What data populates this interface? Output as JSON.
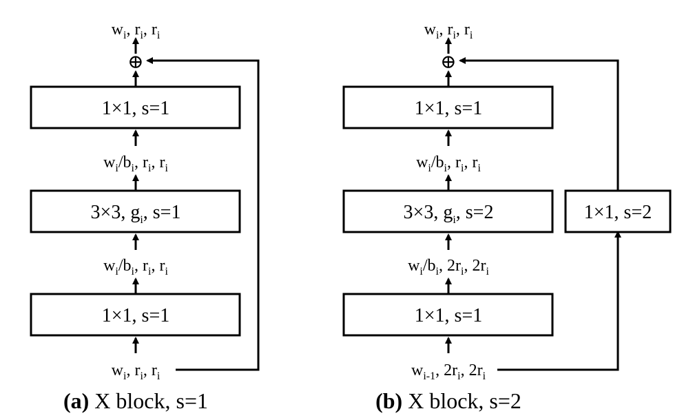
{
  "panel_a": {
    "labels": {
      "top": {
        "w": "w",
        "w_sub": "i",
        "r1": "r",
        "r1_sub": "i",
        "r2": "r",
        "r2_sub": "i"
      },
      "mid_upper": {
        "w": "w",
        "w_sub": "i",
        "slash": "/",
        "b": "b",
        "b_sub": "i",
        "r1": "r",
        "r1_sub": "i",
        "r2": "r",
        "r2_sub": "i"
      },
      "mid_lower": {
        "w": "w",
        "w_sub": "i",
        "slash": "/",
        "b": "b",
        "b_sub": "i",
        "r1": "r",
        "r1_sub": "i",
        "r2": "r",
        "r2_sub": "i"
      },
      "bottom": {
        "w": "w",
        "w_sub": "i",
        "r1": "r",
        "r1_sub": "i",
        "r2": "r",
        "r2_sub": "i"
      }
    },
    "boxes": {
      "top": "1×1, s=1",
      "middle_pre": "3×3, g",
      "middle_sub": "i",
      "middle_post": ", s=1",
      "bottom": "1×1, s=1"
    },
    "caption": {
      "prefix": "(a)",
      "text": " X block, s=1"
    }
  },
  "panel_b": {
    "labels": {
      "top": {
        "w": "w",
        "w_sub": "i",
        "r1": "r",
        "r1_sub": "i",
        "r2": "r",
        "r2_sub": "i"
      },
      "mid_upper": {
        "w": "w",
        "w_sub": "i",
        "slash": "/",
        "b": "b",
        "b_sub": "i",
        "r1": "r",
        "r1_sub": "i",
        "r2": "r",
        "r2_sub": "i"
      },
      "mid_lower": {
        "w": "w",
        "w_sub": "i",
        "slash": "/",
        "b": "b",
        "b_sub": "i",
        "r1": "2r",
        "r1_sub": "i",
        "r2": "2r",
        "r2_sub": "i"
      },
      "bottom": {
        "w": "w",
        "w_sub": "i-1",
        "r1": "2r",
        "r1_sub": "i",
        "r2": "2r",
        "r2_sub": "i"
      }
    },
    "boxes": {
      "top": "1×1, s=1",
      "middle_pre": "3×3, g",
      "middle_sub": "i",
      "middle_post": ", s=2",
      "bottom": "1×1, s=1",
      "shortcut": "1×1, s=2"
    },
    "caption": {
      "prefix": "(b)",
      "text": " X block, s=2"
    }
  },
  "add_symbol": "⊕"
}
